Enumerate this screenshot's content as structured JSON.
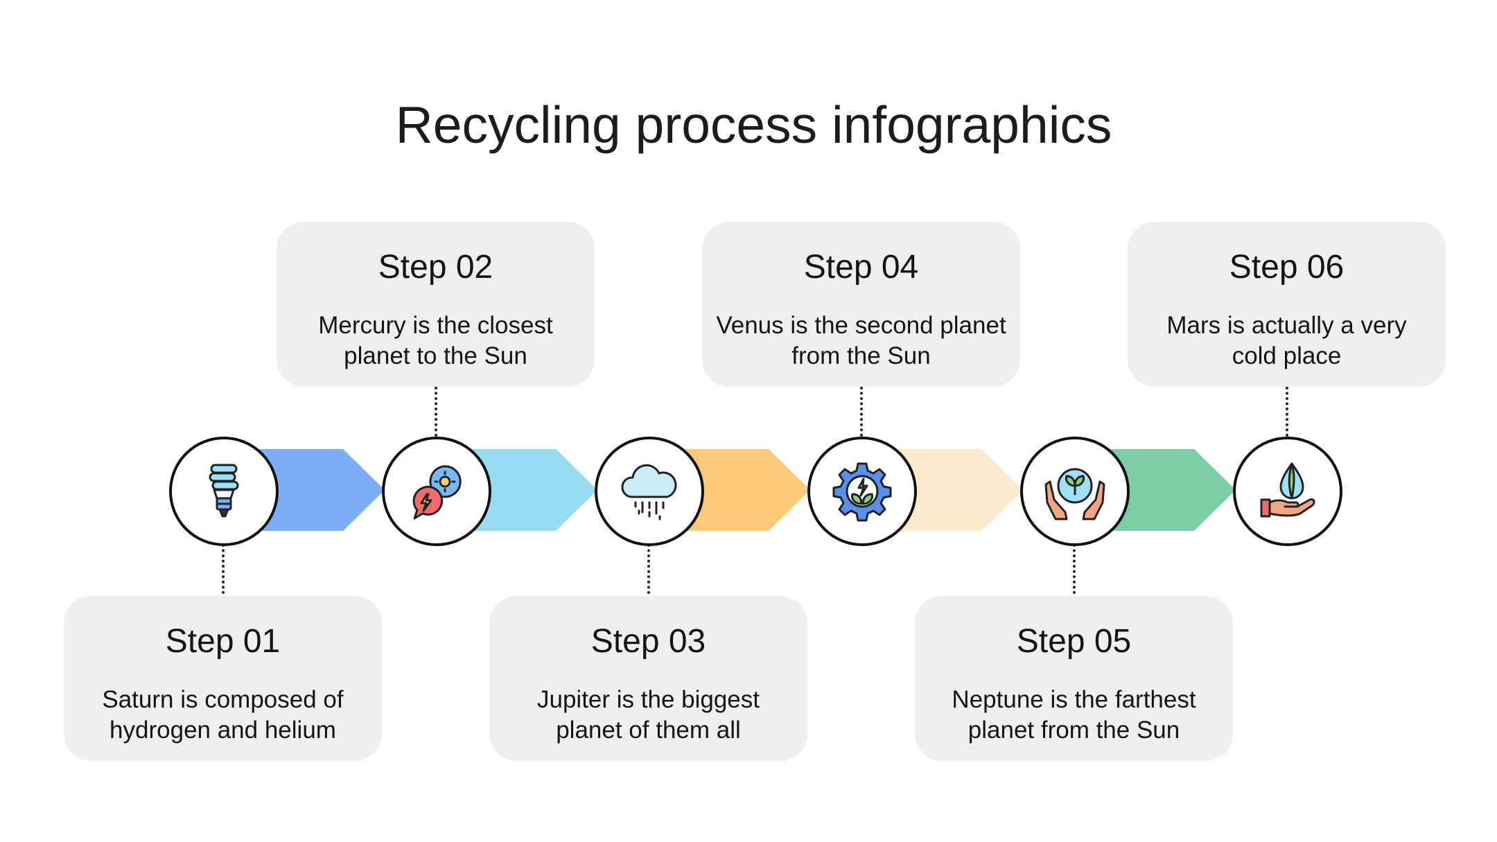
{
  "title": "Recycling process infographics",
  "colors": {
    "arrow_1": "#7aaef9",
    "arrow_2": "#96dcf3",
    "arrow_3": "#fdca7a",
    "arrow_4": "#fde9cd",
    "arrow_5": "#79cea6"
  },
  "steps": [
    {
      "label": "Step 01",
      "text": "Saturn is composed of hydrogen and helium",
      "icon": "light-bulb-icon"
    },
    {
      "label": "Step 02",
      "text": "Mercury is the closest planet to the Sun",
      "icon": "energy-chat-icon"
    },
    {
      "label": "Step 03",
      "text": "Jupiter is the biggest planet of them all",
      "icon": "rain-cloud-icon"
    },
    {
      "label": "Step 04",
      "text": "Venus is the second planet from the Sun",
      "icon": "eco-gear-icon"
    },
    {
      "label": "Step 05",
      "text": "Neptune is the farthest planet from the Sun",
      "icon": "hands-plant-icon"
    },
    {
      "label": "Step 06",
      "text": "Mars is actually a very cold place",
      "icon": "hand-water-drop-icon"
    }
  ]
}
